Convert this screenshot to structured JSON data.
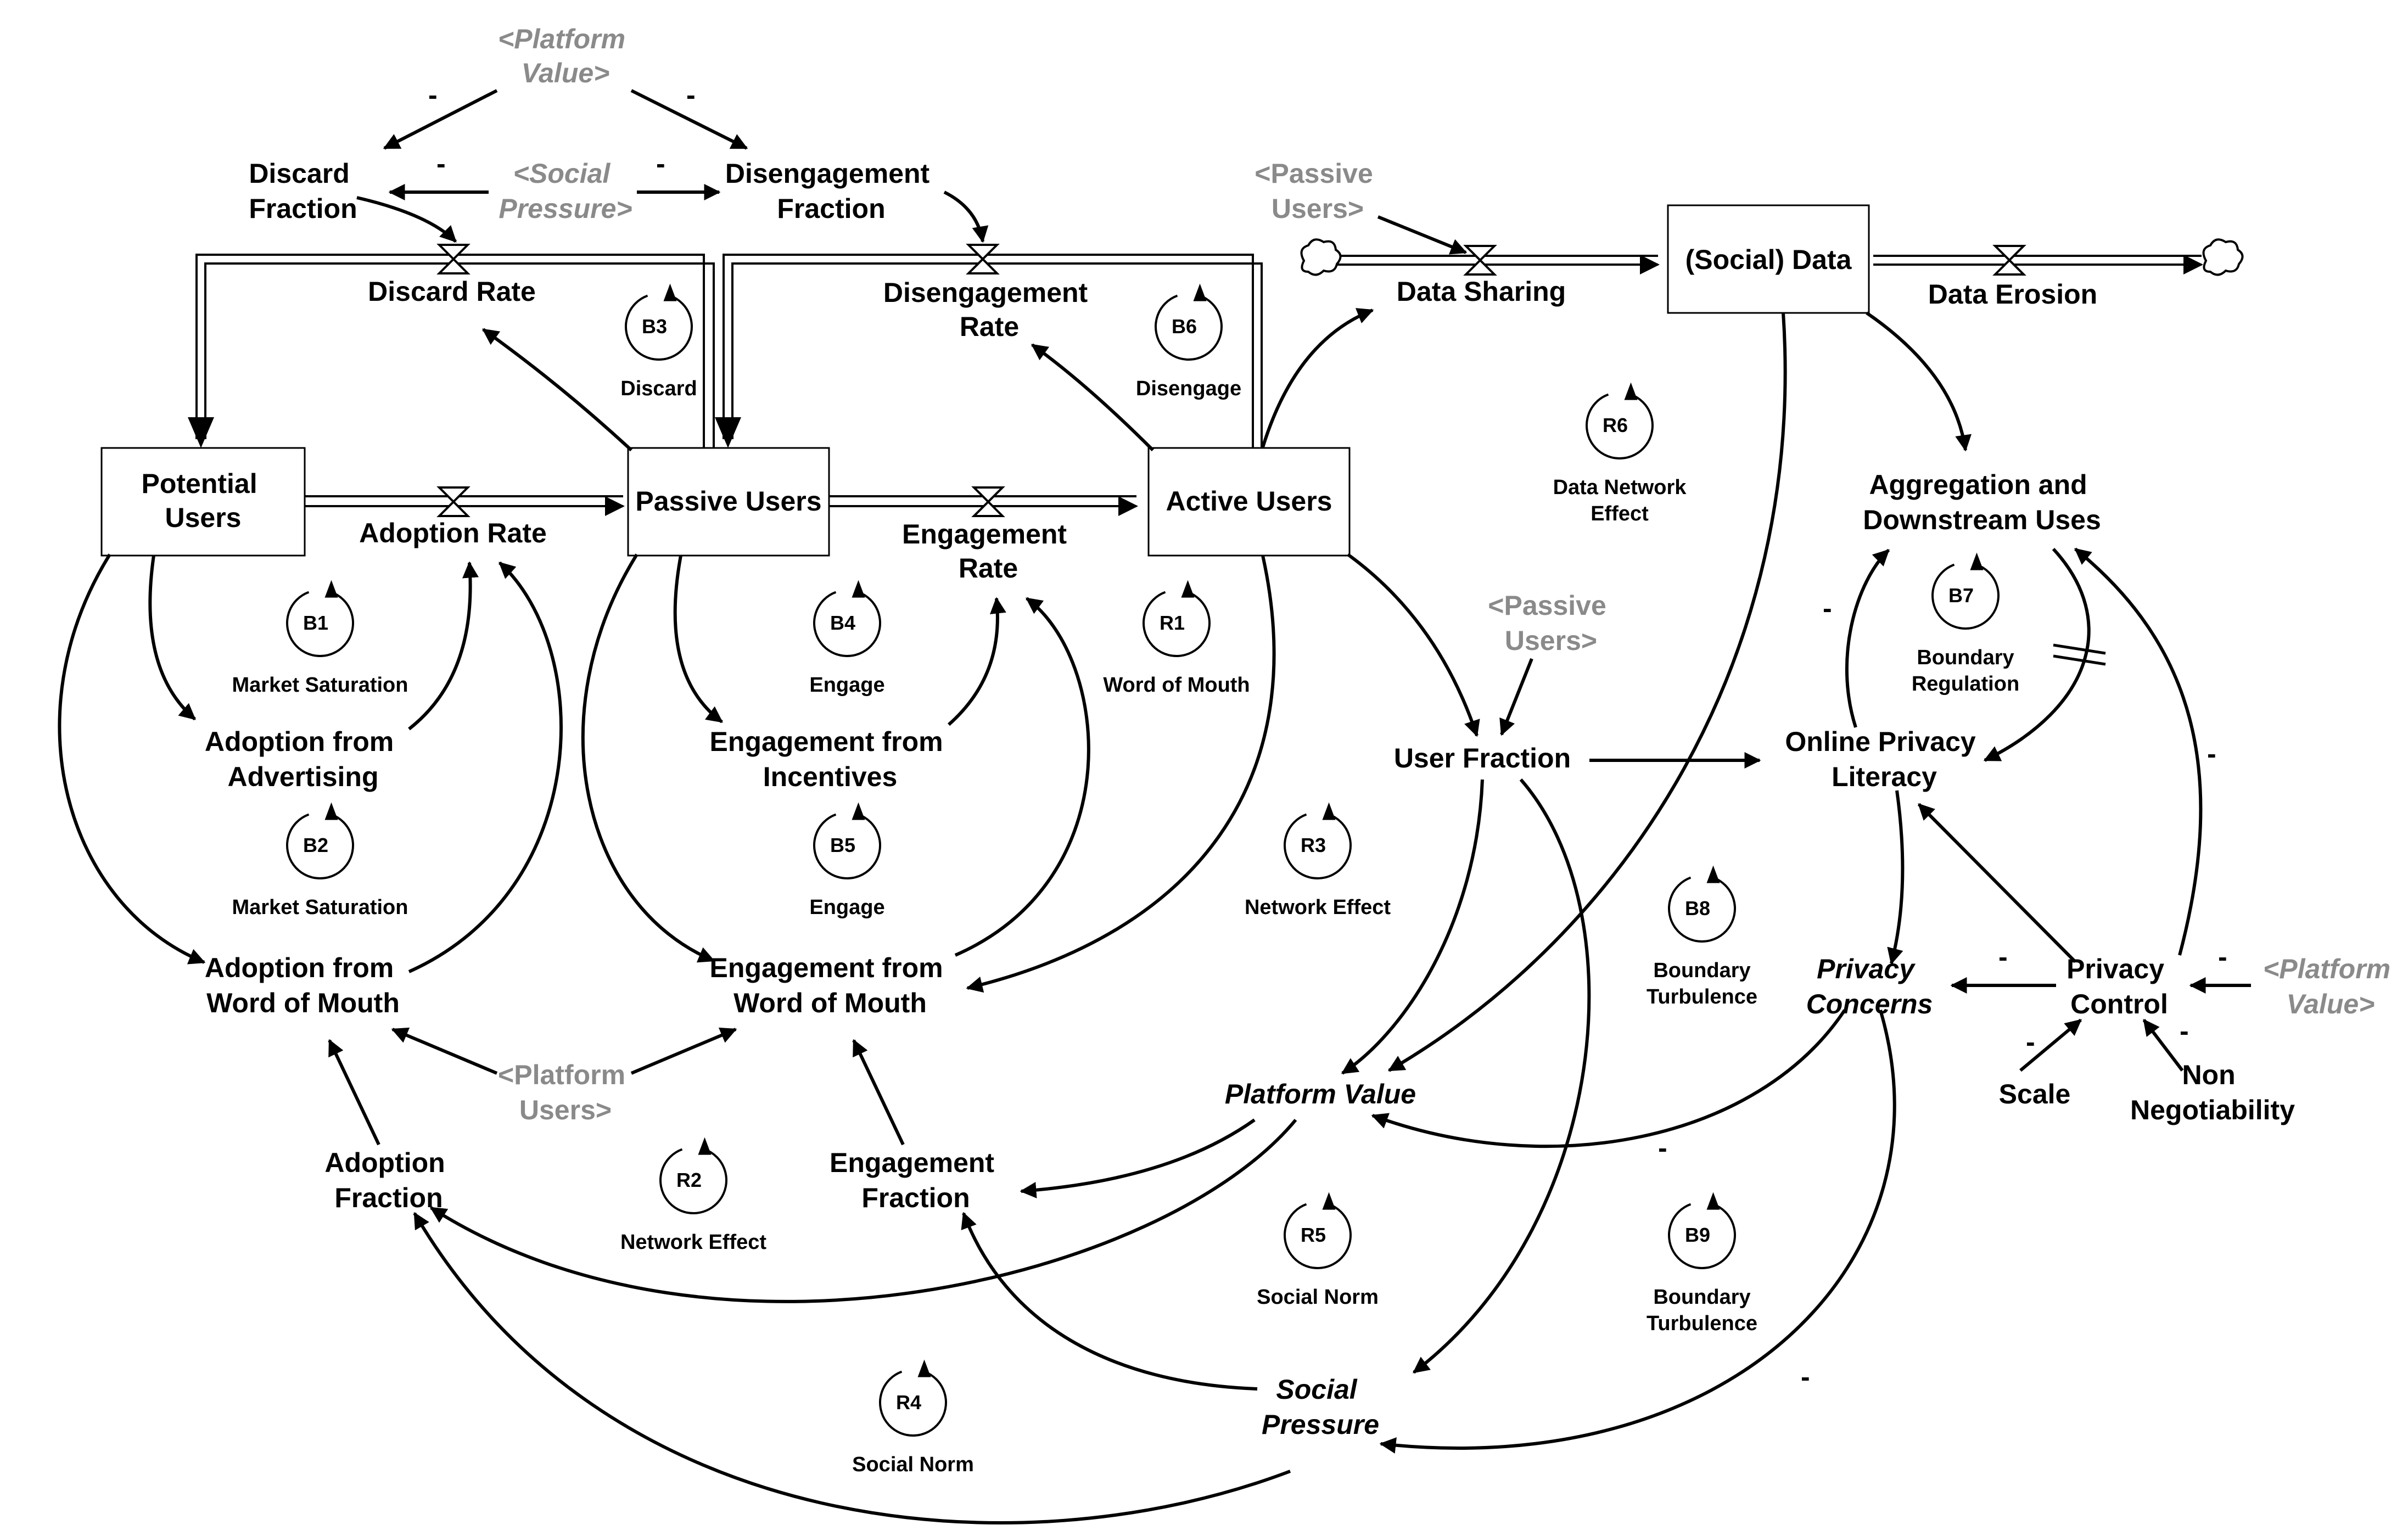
{
  "stocks": {
    "potential_users": [
      "Potential",
      "Users"
    ],
    "passive_users": [
      "Passive Users"
    ],
    "active_users": [
      "Active Users"
    ],
    "social_data": [
      "(Social) Data"
    ]
  },
  "flows": {
    "adoption_rate": [
      "Adoption Rate"
    ],
    "engagement_rate": [
      "Engagement",
      "Rate"
    ],
    "discard_rate": [
      "Discard Rate"
    ],
    "disengagement_rate": [
      "Disengagement",
      "Rate"
    ],
    "data_sharing": [
      "Data Sharing"
    ],
    "data_erosion": [
      "Data Erosion"
    ]
  },
  "variables": {
    "discard_fraction": [
      "Discard",
      "Fraction"
    ],
    "disengagement_fraction": [
      "Disengagement",
      "Fraction"
    ],
    "adoption_from_advertising": [
      "Adoption from",
      "Advertising"
    ],
    "adoption_from_wom": [
      "Adoption from",
      "Word of Mouth"
    ],
    "engagement_from_incentives": [
      "Engagement from",
      "Incentives"
    ],
    "engagement_from_wom": [
      "Engagement from",
      "Word of Mouth"
    ],
    "adoption_fraction": [
      "Adoption",
      "Fraction"
    ],
    "engagement_fraction": [
      "Engagement",
      "Fraction"
    ],
    "user_fraction": [
      "User Fraction"
    ],
    "aggregation": [
      "Aggregation and",
      "Downstream Uses"
    ],
    "online_privacy_literacy": [
      "Online Privacy",
      "Literacy"
    ],
    "privacy_concerns": [
      "Privacy",
      "Concerns"
    ],
    "privacy_control": [
      "Privacy",
      "Control"
    ],
    "platform_value": [
      "Platform Value"
    ],
    "social_pressure": [
      "Social",
      "Pressure"
    ],
    "scale": [
      "Scale"
    ],
    "non_negotiability": [
      "Non",
      "Negotiability"
    ]
  },
  "shadow_variables": {
    "platform_value_top": [
      "<Platform",
      "Value>"
    ],
    "social_pressure_top": [
      "<Social",
      "Pressure>"
    ],
    "passive_users_top": [
      "<Passive",
      "Users>"
    ],
    "passive_users_mid": [
      "<Passive",
      "Users>"
    ],
    "platform_users": [
      "<Platform",
      "Users>"
    ],
    "platform_value_right": [
      "<Platform",
      "Value>"
    ]
  },
  "loops": [
    {
      "id": "B1",
      "name": [
        "Market Saturation"
      ]
    },
    {
      "id": "B2",
      "name": [
        "Market Saturation"
      ]
    },
    {
      "id": "B3",
      "name": [
        "Discard"
      ]
    },
    {
      "id": "B4",
      "name": [
        "Engage"
      ]
    },
    {
      "id": "B5",
      "name": [
        "Engage"
      ]
    },
    {
      "id": "B6",
      "name": [
        "Disengage"
      ]
    },
    {
      "id": "R1",
      "name": [
        "Word of Mouth"
      ]
    },
    {
      "id": "R2",
      "name": [
        "Network Effect"
      ]
    },
    {
      "id": "R3",
      "name": [
        "Network Effect"
      ]
    },
    {
      "id": "R4",
      "name": [
        "Social Norm"
      ]
    },
    {
      "id": "R5",
      "name": [
        "Social Norm"
      ]
    },
    {
      "id": "R6",
      "name": [
        "Data Network",
        "Effect"
      ]
    },
    {
      "id": "B7",
      "name": [
        "Boundary",
        "Regulation"
      ]
    },
    {
      "id": "B8",
      "name": [
        "Boundary",
        "Turbulence"
      ]
    },
    {
      "id": "B9",
      "name": [
        "Boundary",
        "Turbulence"
      ]
    }
  ],
  "polarity": {
    "negative": "-"
  },
  "colors": {
    "ink": "#000000",
    "shadow_text": "#8a8a8a",
    "background": "#ffffff"
  }
}
